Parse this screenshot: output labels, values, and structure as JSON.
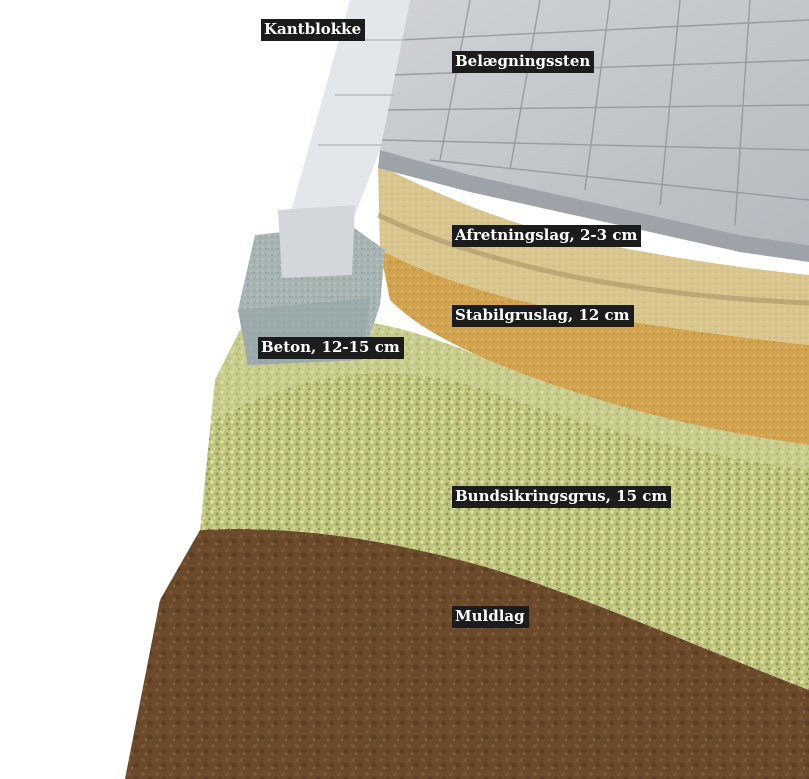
{
  "layers": {
    "kantblokke": "Kantblokke",
    "belaegningssten": "Belægningssten",
    "afretningslag": "Afretningslag, 2-3 cm",
    "stabilgruslag": "Stabilgruslag, 12 cm",
    "beton": "Beton, 12-15 cm",
    "bundsikringsgrus": "Bundsikringsgrus, 15 cm",
    "muldlag": "Muldlag"
  },
  "colors": {
    "muld": "#6b4a2b",
    "bundsikring": "#b9c07a",
    "stabilgrus": "#d4a24c",
    "afretning": "#d8c58e",
    "paving": "#c4c7cc",
    "curb": "#dfe2e6",
    "concrete": "#a6b3b3",
    "label_bg": "#1c1c1c"
  }
}
